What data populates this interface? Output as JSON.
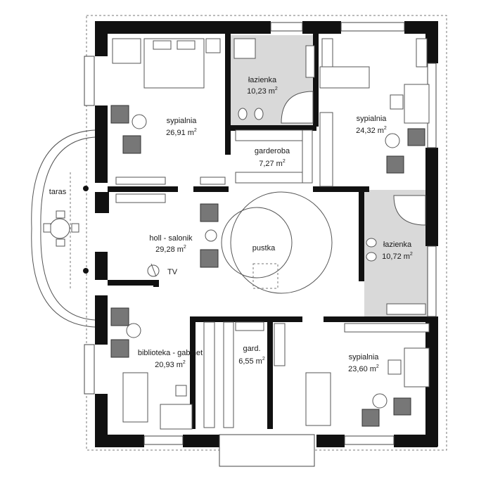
{
  "rooms": {
    "bedroom_nw": {
      "name": "sypialnia",
      "area": "26,91 m",
      "unit_exp": "2"
    },
    "bathroom_n": {
      "name": "łazienka",
      "area": "10,23 m",
      "unit_exp": "2"
    },
    "wardrobe": {
      "name": "garderoba",
      "area": "7,27 m",
      "unit_exp": "2"
    },
    "bedroom_ne": {
      "name": "sypialnia",
      "area": "24,32 m",
      "unit_exp": "2"
    },
    "terrace": {
      "name": "taras"
    },
    "hall": {
      "name": "holl - salonik",
      "area": "29,28 m",
      "unit_exp": "2"
    },
    "void": {
      "name": "pustka"
    },
    "bathroom_e": {
      "name": "łazienka",
      "area": "10,72 m",
      "unit_exp": "2"
    },
    "tv": {
      "name": "TV"
    },
    "library": {
      "name": "biblioteka - gabinet",
      "area": "20,93 m",
      "unit_exp": "2"
    },
    "small_wardrobe": {
      "name": "gard.",
      "area": "6,55 m",
      "unit_exp": "2"
    },
    "bedroom_se": {
      "name": "sypialnia",
      "area": "23,60 m",
      "unit_exp": "2"
    }
  },
  "colors": {
    "wall": "#111111",
    "wet_room": "#d9d9d9",
    "chair": "#777777"
  }
}
